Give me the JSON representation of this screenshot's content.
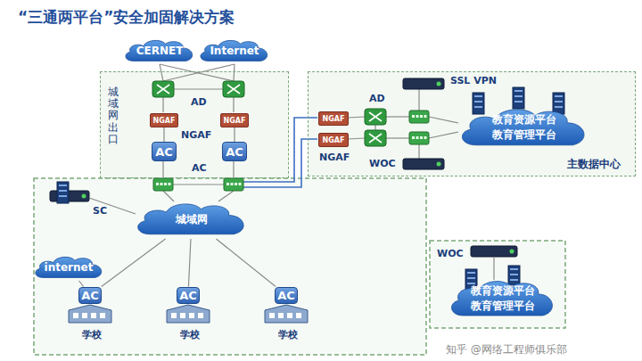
{
  "diagram": {
    "title": "“三通两平台”安全加固解决方案",
    "nodes": [
      {
        "text": [
          "CERNET"
        ]
      },
      {
        "text": [
          "Internet"
        ]
      },
      {
        "text": [
          "城域网出口"
        ]
      },
      {
        "text": [
          "NGAF"
        ],
        "in": 2
      },
      {
        "text": [
          "NGAF"
        ],
        "in": 2
      },
      {
        "text": [
          "AC"
        ],
        "in": 2
      },
      {
        "text": [
          "AC"
        ],
        "in": 2
      },
      {
        "text": [
          "主数据中心"
        ]
      },
      {
        "text": [
          "NGAF"
        ],
        "in": 7
      },
      {
        "text": [
          "NGAF"
        ],
        "in": 7
      },
      {
        "text": [
          "教育资源平台 教育管理平台"
        ],
        "in": 7
      },
      {
        "text": [
          "城域网"
        ]
      },
      {
        "text": [
          "internet"
        ]
      },
      {
        "text": [
          "AC"
        ]
      },
      {
        "text": [
          "AC"
        ]
      },
      {
        "text": [
          "AC"
        ]
      },
      {
        "text": [
          "教育资源平台 教育管理平台"
        ]
      }
    ],
    "edges": [
      {
        "from": 3,
        "to": 5,
        "arrow": "none"
      },
      {
        "from": 4,
        "to": 6,
        "arrow": "none"
      },
      {
        "from": 11,
        "to": 13,
        "arrow": "none"
      },
      {
        "from": 11,
        "to": 14,
        "arrow": "none"
      },
      {
        "from": 11,
        "to": 15,
        "arrow": "none"
      },
      {
        "from": 12,
        "to": 13,
        "arrow": "none"
      }
    ],
    "labels": [
      "AD",
      "NGAF",
      "AC",
      "SSL VPN",
      "AD",
      "NGAF",
      "WOC",
      "SC",
      "学校",
      "学校",
      "学校",
      "WOC",
      "知乎 @网络工程师俱乐部"
    ]
  }
}
